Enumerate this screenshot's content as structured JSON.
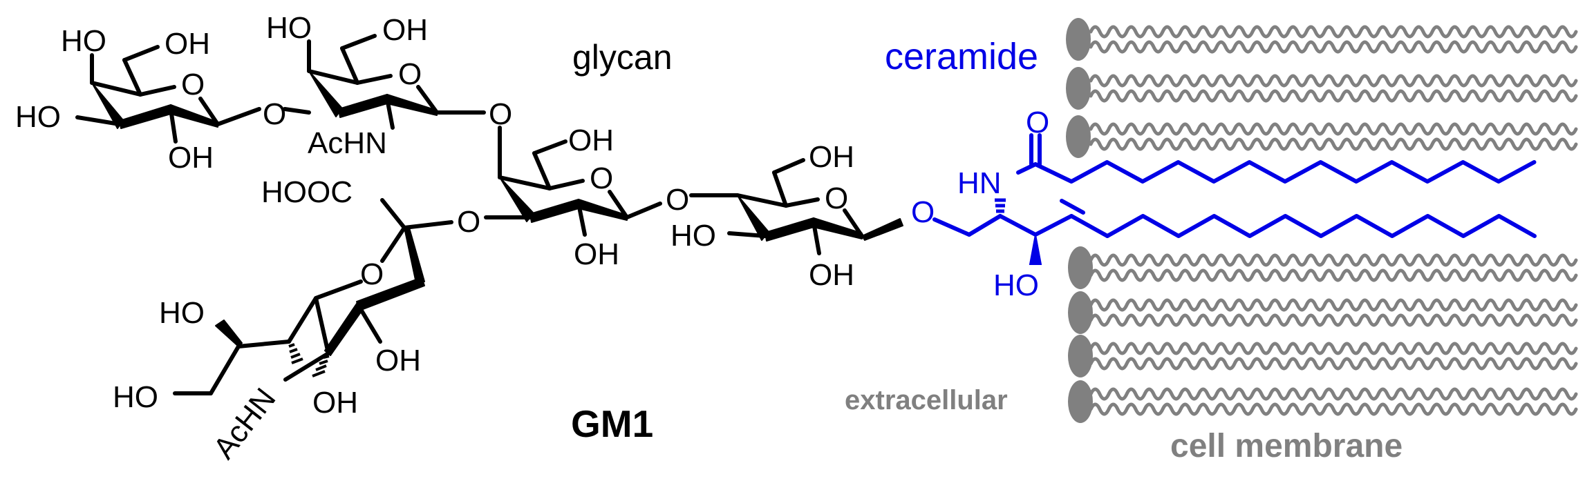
{
  "title": "GM1 ganglioside anchored in cell membrane",
  "labels": {
    "glycan": "glycan",
    "ceramide": "ceramide",
    "compound": "GM1",
    "extracellular": "extracellular",
    "membrane": "cell membrane"
  },
  "colors": {
    "glycan": "#000000",
    "ceramide": "#0000e6",
    "membrane": "#808080",
    "background": "#ffffff"
  },
  "galactose_terminal": {
    "substituents": [
      "HO",
      "OH",
      "HO",
      "OH"
    ],
    "ring_oxygen": "O"
  },
  "galnac": {
    "substituents": [
      "HO",
      "OH",
      "AcHN"
    ],
    "ring_oxygen": "O"
  },
  "galactose_internal": {
    "substituents": [
      "OH",
      "OH"
    ],
    "ring_oxygen": "O"
  },
  "glucose": {
    "substituents": [
      "OH",
      "HO",
      "OH"
    ],
    "ring_oxygen": "O"
  },
  "sialic_acid": {
    "substituents": [
      "HOOC",
      "HO",
      "HO",
      "AcHN",
      "OH",
      "OH"
    ],
    "ring_oxygen": "O"
  },
  "linkages": [
    "O",
    "O",
    "O",
    "O"
  ],
  "ceramide_atoms": {
    "glycosidic_o": "O",
    "amide_nh": "HN",
    "carbonyl_o": "O",
    "hydroxyl": "HO"
  },
  "membrane": {
    "lipid_count_upper": 3,
    "lipid_count_lower": 4
  }
}
